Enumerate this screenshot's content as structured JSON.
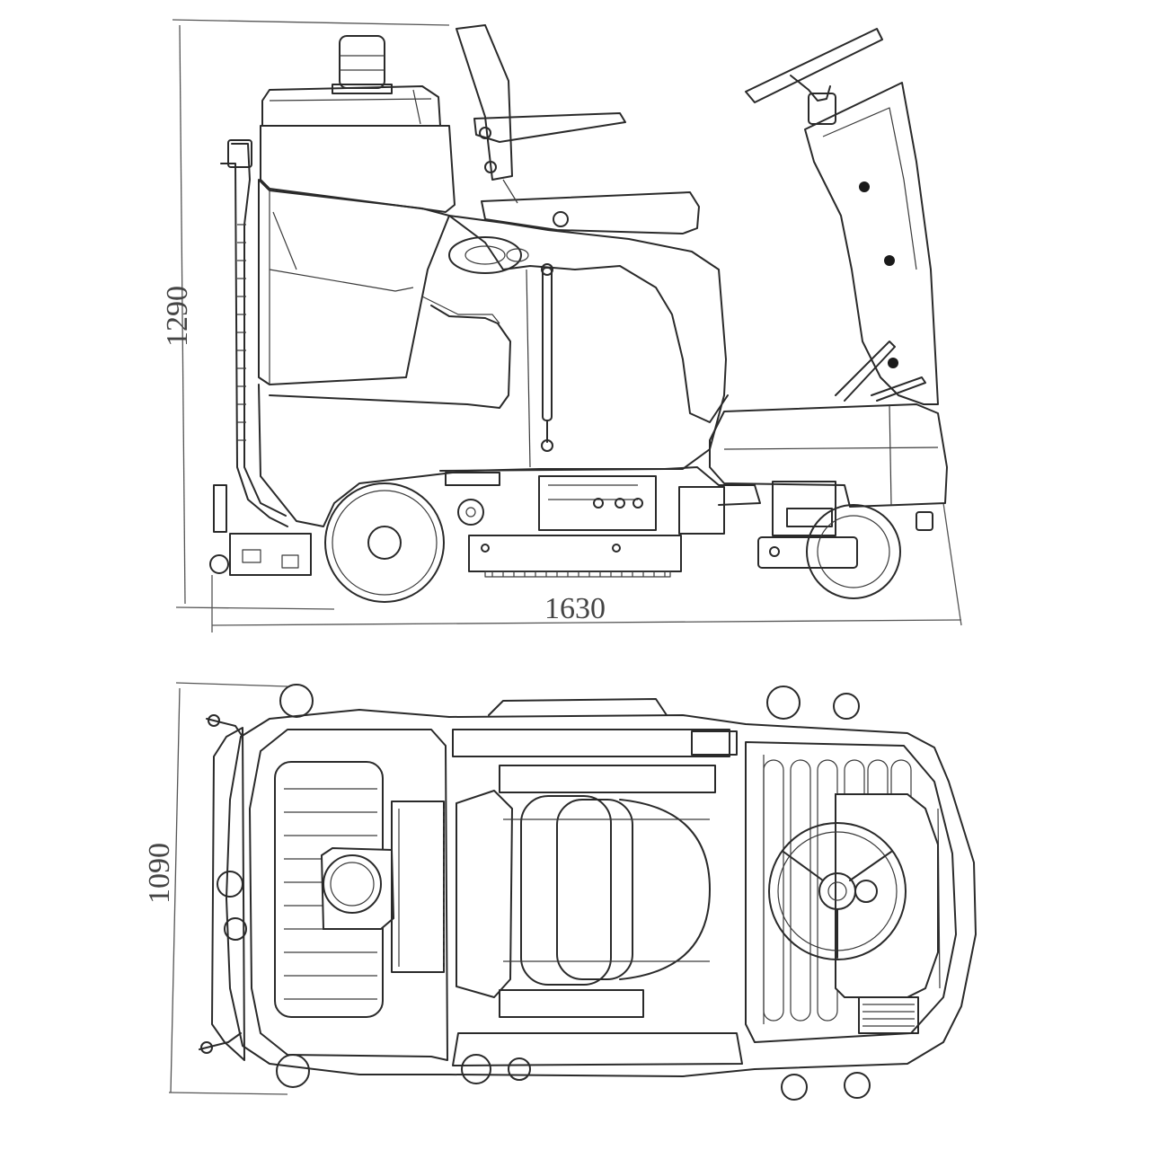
{
  "dimensions": {
    "side_height": "1290",
    "side_length": "1630",
    "top_width": "1090"
  }
}
